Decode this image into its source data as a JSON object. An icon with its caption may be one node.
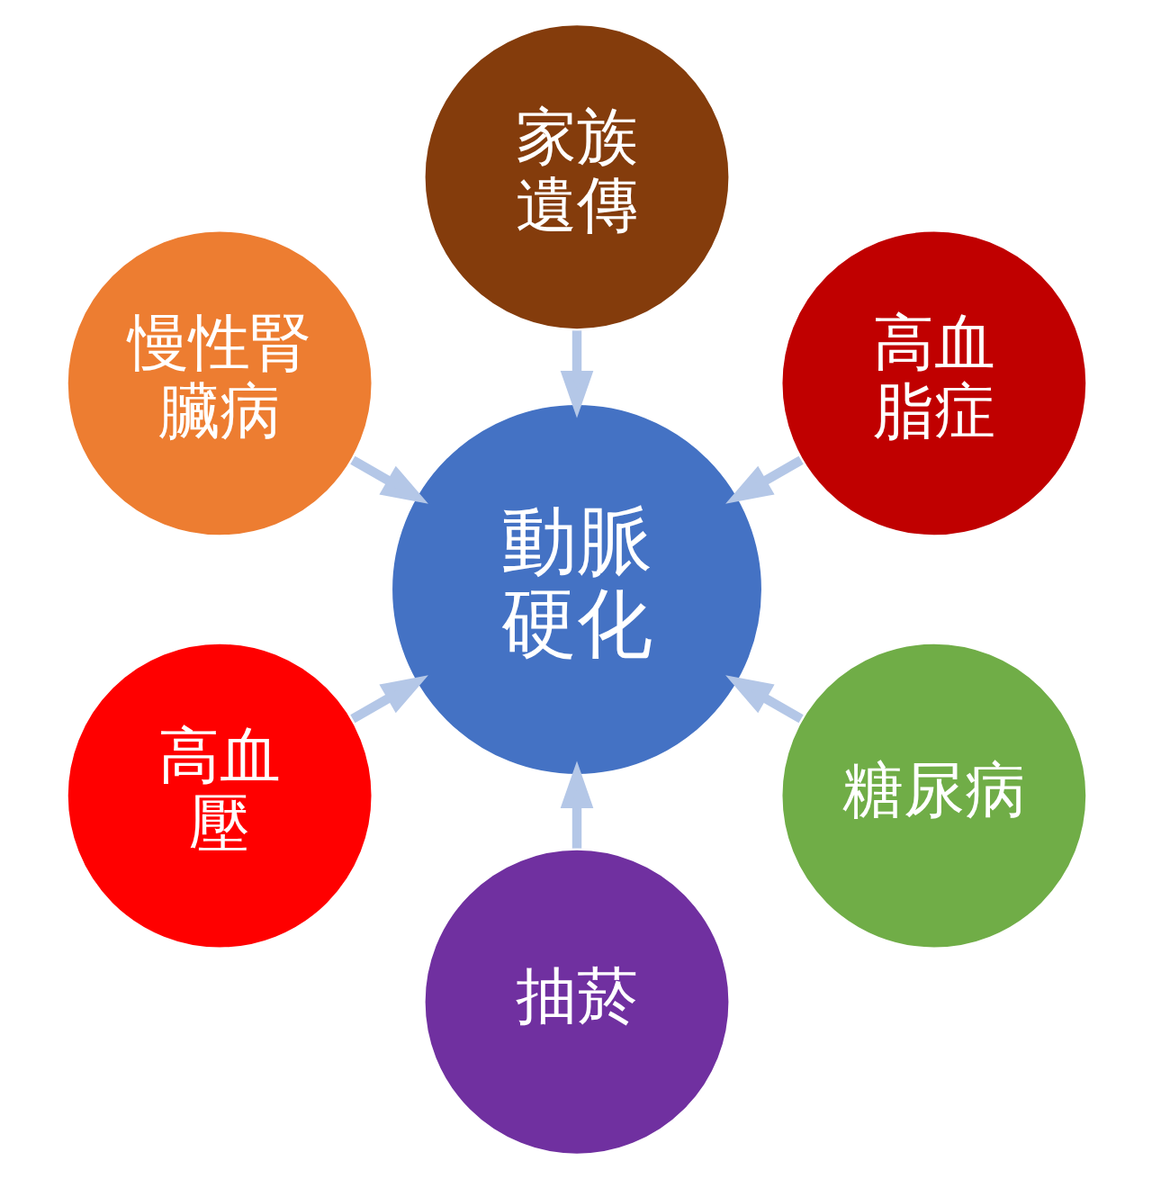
{
  "diagram": {
    "nodes": [
      {
        "text": [
          "高血脂症"
        ]
      },
      {
        "text": [
          "家族遺傳"
        ]
      },
      {
        "text": [
          "慢性腎臟病"
        ]
      },
      {
        "text": [
          "動脈硬化"
        ]
      },
      {
        "text": [
          "高血壓"
        ]
      },
      {
        "text": [
          "抽菸"
        ]
      },
      {
        "text": [
          "糖尿病"
        ]
      }
    ],
    "edges": [
      {
        "from": 0,
        "to": 3,
        "arrow": "to"
      },
      {
        "from": 2,
        "to": 3,
        "arrow": "to"
      },
      {
        "from": 5,
        "to": 3,
        "arrow": "to"
      },
      {
        "from": 6,
        "to": 3,
        "arrow": "to"
      },
      {
        "from": 4,
        "to": 3,
        "arrow": "to"
      },
      {
        "from": 1,
        "to": 3,
        "arrow": "to"
      }
    ]
  }
}
